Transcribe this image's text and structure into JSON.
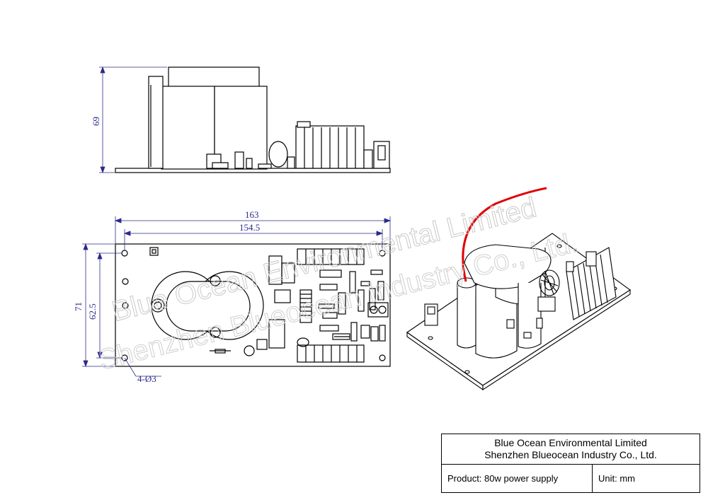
{
  "watermark": {
    "line1": "Blue Ocean Environmental Limited",
    "line2": "Shenzhen Blueocean Industry Co., Ltd."
  },
  "dimensions": {
    "height_side": "69",
    "overall_length": "163",
    "hole_spacing_length": "154.5",
    "overall_width": "71",
    "hole_spacing_width": "62.5",
    "holes": "4-Ø3"
  },
  "title_block": {
    "company_line1": "Blue Ocean Environmental Limited",
    "company_line2": "Shenzhen Blueocean Industry Co., Ltd.",
    "product": "Product: 80w power supply",
    "unit": "Unit: mm"
  },
  "colors": {
    "line": "#000000",
    "dimension": "#2a2a8c",
    "lead_wire": "#e00000",
    "watermark": "#c9c9c9"
  }
}
